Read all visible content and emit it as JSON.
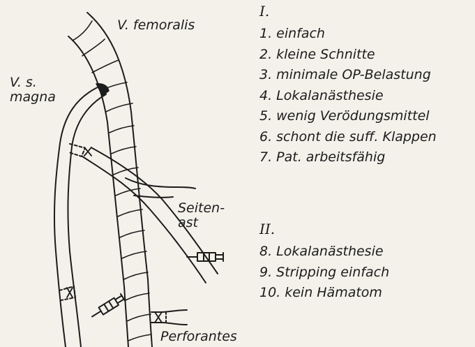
{
  "labels": {
    "vena_femoralis": "V. femoralis",
    "vena_saphena_magna": "V. s.\nmagna",
    "seitenast": "Seiten-\nast",
    "perforantes": "Perforantes"
  },
  "section_1": {
    "heading": "I.",
    "items": [
      {
        "num": "1.",
        "text": "einfach"
      },
      {
        "num": "2.",
        "text": "kleine Schnitte"
      },
      {
        "num": "3.",
        "text": "minimale OP-Belastung"
      },
      {
        "num": "4.",
        "text": "Lokalanästhesie"
      },
      {
        "num": "5.",
        "text": "wenig Verödungsmittel"
      },
      {
        "num": "6.",
        "text": "schont die suff. Klappen"
      },
      {
        "num": "7.",
        "text": "Pat. arbeitsfähig"
      }
    ]
  },
  "section_2": {
    "heading": "II.",
    "items": [
      {
        "num": "8.",
        "text": "Lokalanästhesie"
      },
      {
        "num": "9.",
        "text": "Stripping einfach"
      },
      {
        "num": "10.",
        "text": "kein Hämatom"
      }
    ]
  },
  "colors": {
    "paper": "#f3f1ea",
    "ink": "#1c1c1c"
  }
}
